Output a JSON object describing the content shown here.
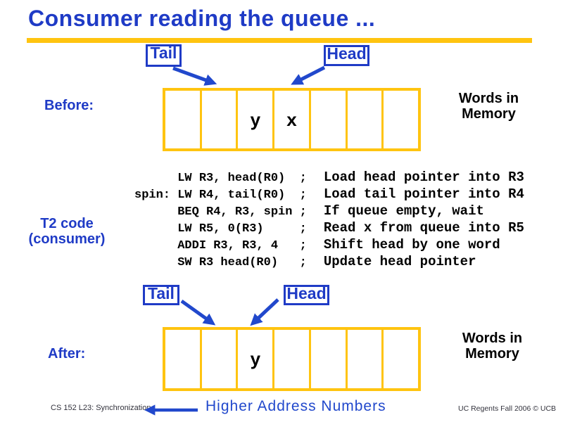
{
  "title": "Consumer reading the queue ...",
  "colors": {
    "gold": "#FFC410",
    "blue": "#1F3BC6",
    "arrow": "#2148CC",
    "ink": "#000000"
  },
  "before": {
    "section_label": "Before:",
    "tail_label": "Tail",
    "head_label": "Head",
    "cells": [
      "",
      "",
      "y",
      "x",
      "",
      "",
      ""
    ],
    "memory_caption": {
      "line1": "Words in",
      "line2": "Memory"
    }
  },
  "after": {
    "section_label": "After:",
    "tail_label": "Tail",
    "head_label": "Head",
    "cells": [
      "",
      "",
      "y",
      "",
      "",
      "",
      ""
    ],
    "memory_caption": {
      "line1": "Words in",
      "line2": "Memory"
    }
  },
  "code": {
    "caption": {
      "line1": "T2 code",
      "line2": "(consumer)"
    },
    "separator": ";",
    "lines": [
      {
        "label": "",
        "instr": "LW R3, head(R0)",
        "comment": "Load head pointer into R3"
      },
      {
        "label": "spin:",
        "instr": "LW R4, tail(R0)",
        "comment": "Load tail pointer into R4"
      },
      {
        "label": "",
        "instr": "BEQ R4, R3, spin",
        "comment": "If queue empty, wait"
      },
      {
        "label": "",
        "instr": "LW R5, 0(R3)",
        "comment": "Read x from queue into R5"
      },
      {
        "label": "",
        "instr": "ADDI R3, R3, 4",
        "comment": "Shift head by one word"
      },
      {
        "label": "",
        "instr": "SW R3 head(R0)",
        "comment": "Update head pointer"
      }
    ]
  },
  "footer": {
    "left": "CS 152 L23: Synchronization",
    "center": "Higher Address Numbers",
    "right": "UC Regents Fall 2006 © UCB"
  }
}
